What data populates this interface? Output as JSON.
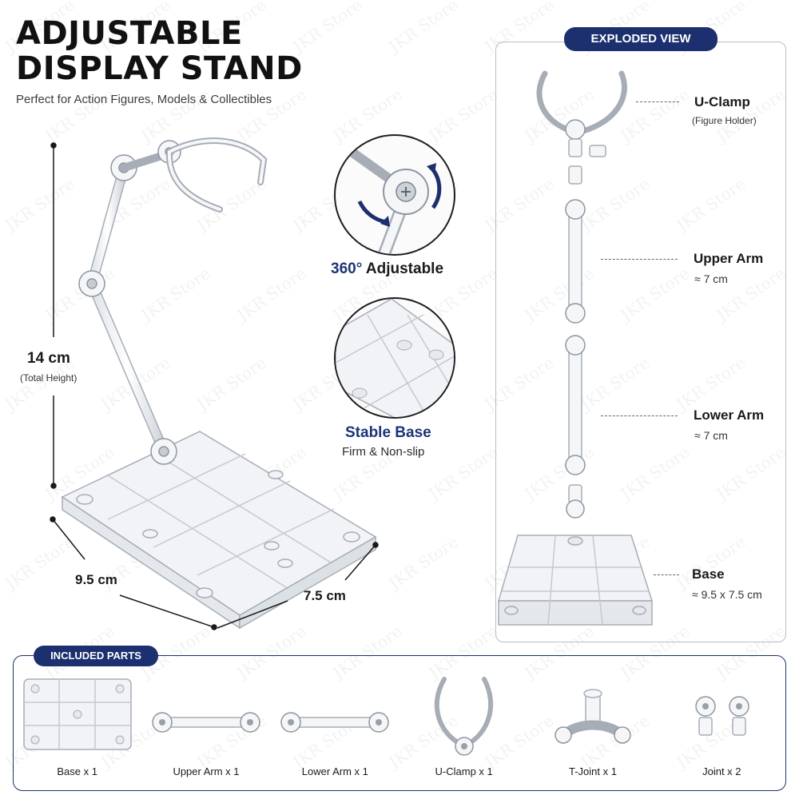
{
  "header": {
    "title_line1": "ADJUSTABLE",
    "title_line2": "DISPLAY STAND",
    "subtitle": "Perfect for Action Figures, Models & Collectibles"
  },
  "dimensions": {
    "height_value": "14 cm",
    "height_note": "(Total Height)",
    "width_value": "9.5 cm",
    "depth_value": "7.5 cm"
  },
  "features": [
    {
      "title_accent": "360°",
      "title_rest": "Adjustable",
      "subtitle": "",
      "icon": "rotate-arrows-icon"
    },
    {
      "title_accent": "Stable Base",
      "title_rest": "",
      "subtitle": "Firm & Non-slip",
      "icon": "base-closeup-icon"
    }
  ],
  "exploded_view": {
    "heading": "EXPLODED VIEW",
    "parts": [
      {
        "name": "U-Clamp",
        "detail": "(Figure Holder)"
      },
      {
        "name": "Upper Arm",
        "detail": "≈ 7 cm"
      },
      {
        "name": "Lower Arm",
        "detail": "≈ 7 cm"
      },
      {
        "name": "Base",
        "detail": "≈ 9.5 x 7.5 cm"
      }
    ]
  },
  "included_parts": {
    "heading": "INCLUDED PARTS",
    "items": [
      {
        "label": "Base x 1",
        "icon": "base-plate-icon"
      },
      {
        "label": "Upper Arm x 1",
        "icon": "arm-rod-icon"
      },
      {
        "label": "Lower Arm x 1",
        "icon": "arm-rod-icon"
      },
      {
        "label": "U-Clamp x 1",
        "icon": "u-clamp-icon"
      },
      {
        "label": "T-Joint x 1",
        "icon": "t-joint-icon"
      },
      {
        "label": "Joint x 2",
        "icon": "joint-icon"
      }
    ]
  },
  "watermark": "JKR Store",
  "colors": {
    "accent_navy": "#1c2f6e",
    "text_dark": "#1a1a1a",
    "clear_plastic_stroke": "#a7adb6",
    "clear_plastic_fill": "#eef1f4"
  }
}
